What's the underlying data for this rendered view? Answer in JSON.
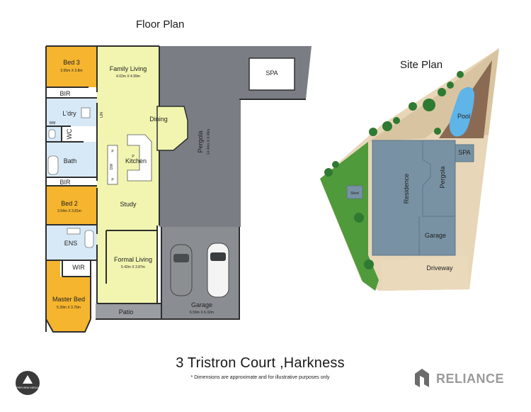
{
  "floor_plan": {
    "title": "Floor Plan",
    "rooms": {
      "bed3": {
        "label": "Bed 3",
        "dims": "3.65m X 3.8m"
      },
      "family_living": {
        "label": "Family Living",
        "dims": "4.02m X 4.99m"
      },
      "bir_top": {
        "label": "BIR"
      },
      "laundry": {
        "label": "L'dry"
      },
      "wm": {
        "label": "WM"
      },
      "wc": {
        "label": "WC"
      },
      "lin": {
        "label": "LIN"
      },
      "dining": {
        "label": "Dining"
      },
      "kitchen": {
        "label": "Kitchen"
      },
      "pantry_a": {
        "label": "P"
      },
      "pantry_b": {
        "label": "P"
      },
      "pantry_c": {
        "label": "P"
      },
      "dw": {
        "label": "DW"
      },
      "bath": {
        "label": "Bath"
      },
      "bir_mid": {
        "label": "BIR"
      },
      "bed2": {
        "label": "Bed 2",
        "dims": "3.54m X 3.81m"
      },
      "study": {
        "label": "Study"
      },
      "ens": {
        "label": "ENS"
      },
      "formal_living": {
        "label": "Formal Living",
        "dims": "5.42m X 3.87m"
      },
      "wir": {
        "label": "WIR"
      },
      "master_bed": {
        "label": "Master Bed",
        "dims": "5.39m X 3.76m"
      },
      "patio": {
        "label": "Patio"
      },
      "pergola": {
        "label": "Pergola",
        "dims": "14.44m X 6.49m"
      },
      "spa": {
        "label": "SPA"
      },
      "garage": {
        "label": "Garage",
        "dims": "6.59m X 6.32m"
      }
    }
  },
  "site_plan": {
    "title": "Site Plan",
    "labels": {
      "pool": "Pool",
      "spa": "SPA",
      "residence": "Residence",
      "pergola": "Pergola",
      "shed": "Shed",
      "garage": "Garage",
      "driveway": "Driveway"
    }
  },
  "address": "3 Tristron Court ,Harkness",
  "disclaimer": "* Dimensions are approximate and for illustrative purposes only",
  "logos": {
    "left_text": "PREVIEW MEDIA",
    "right_text": "RELIANCE"
  },
  "colors": {
    "bedroom": "#f5b52e",
    "living": "#f1f5b0",
    "wet_area": "#d7e9f7",
    "pergola": "#7a7e84",
    "garage": "#8a8e93",
    "patio": "#9a9da1",
    "wall": "#2e2e2e",
    "grass": "#4f9a3a",
    "sand": "#e8d6b8",
    "residence": "#7892a4",
    "pool": "#5fb4e8"
  }
}
